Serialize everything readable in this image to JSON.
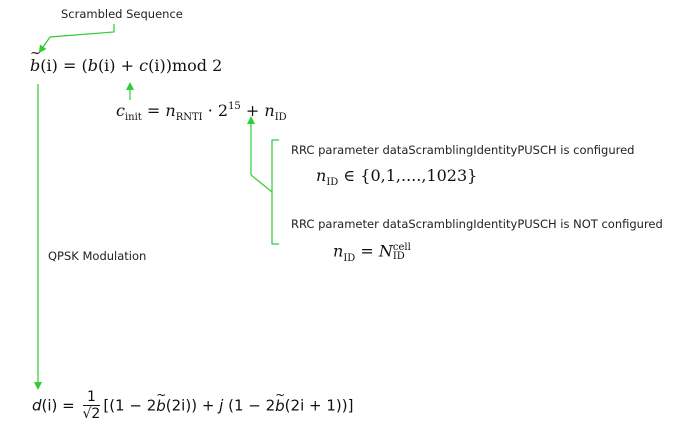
{
  "labels": {
    "scrambled_sequence": "Scrambled Sequence",
    "rrc_configured": "RRC parameter dataScramblingIdentityPUSCH is configured",
    "rrc_not_configured": "RRC parameter dataScramblingIdentityPUSCH is NOT configured",
    "qpsk": "QPSK Modulation"
  },
  "equations": {
    "scrambling": {
      "lhs_var": "b",
      "lhs_arg": "(i)",
      "eq": " = ",
      "rhs_open": "(",
      "b": "b",
      "b_arg": "(i)",
      "plus": " + ",
      "c": "c",
      "c_arg": "(i)",
      "rhs_close": ")",
      "mod": "mod 2"
    },
    "cinit": {
      "c": "c",
      "c_sub": "init",
      "eq": " = ",
      "n": "n",
      "n_sub": "RNTI",
      "dot": " · 2",
      "pow": "15",
      "plus": " + ",
      "n2": "n",
      "n2_sub": "ID"
    },
    "nid_config": {
      "n": "n",
      "n_sub": "ID",
      "in": " ∈ ",
      "set": "{0,1,....,1023}"
    },
    "nid_notconfig": {
      "n": "n",
      "n_sub": "ID",
      "eq": " = ",
      "N": "N",
      "N_sup": "cell",
      "N_sub": "ID"
    },
    "qpsk_eq": {
      "d": "d",
      "d_arg": "(i) = ",
      "num": "1",
      "den": "√2",
      "body": "[(1 − 2",
      "bt": "b",
      "arg1": "(2i)) + ",
      "j": "j",
      "mid": " (1 − 2",
      "bt2": "b",
      "arg2": "(2i + 1))]"
    }
  },
  "colors": {
    "arrow": "#33cc33",
    "text": "#222222"
  }
}
